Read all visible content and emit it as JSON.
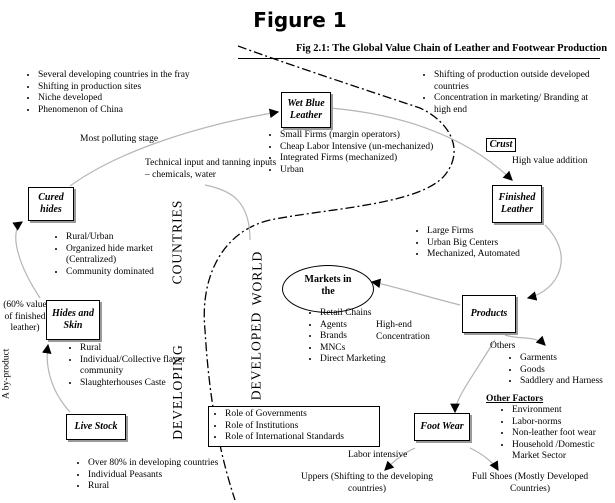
{
  "title": "Figure 1",
  "subtitle": "Fig 2.1: The Global Value Chain of Leather and Footwear Production",
  "nodes": {
    "wet_blue": "Wet Blue Leather",
    "cured": "Cured hides",
    "hides_skin": "Hides and Skin",
    "live_stock": "Live Stock",
    "crust": "Crust",
    "finished": "Finished Leather",
    "markets": "Markets in the",
    "products": "Products",
    "foot_wear": "Foot Wear"
  },
  "regions": {
    "countries": "COUNTRIES",
    "world": "WORLD",
    "developing": "DEVELOPING",
    "developed": "DEVELOPED"
  },
  "notes": {
    "top_left": [
      "Several developing countries in the fray",
      "Shifting in production sites",
      "Niche developed",
      "Phenomenon of China"
    ],
    "top_right": [
      "Shifting of production outside developed countries",
      "Concentration in marketing/ Branding at high end"
    ],
    "wet_blue_items": [
      "Small Firms (margin operators)",
      "Cheap Labor Intensive (un-mechanized)",
      "Integrated Firms (mechanized)",
      "Urban"
    ],
    "most_polluting": "Most polluting stage",
    "technical_input": "Technical input and tanning inputs – chemicals, water",
    "high_value": "High value addition",
    "cured_items": [
      "Rural/Urban",
      "Organized hide market (Centralized)",
      "Community dominated"
    ],
    "finished_items": [
      "Large Firms",
      "Urban Big Centers",
      "Mechanized, Automated"
    ],
    "value_share": "(60% value of finished leather)",
    "by_product": "A by-product",
    "hides_items": [
      "Rural",
      "Individual/Collective flayer community",
      "Slaughterhouses Caste"
    ],
    "markets_items": [
      "Retail Chains",
      "Agents",
      "Brands",
      "MNCs",
      "Direct Marketing"
    ],
    "high_end": "High-end Concentration",
    "others_label": "Others",
    "others_items": [
      "Garments",
      "Goods",
      "Saddlery and Harness"
    ],
    "other_factors_title": "Other Factors",
    "other_factors_items": [
      "Environment",
      "Labor-norms",
      "Non-leather foot wear",
      "Household /Domestic Market Sector"
    ],
    "roles": [
      "Role of Governments",
      "Role of Institutions",
      "Role of International Standards"
    ],
    "labor_intensive": "Labor intensive",
    "live_stock_items": [
      "Over 80% in developing countries",
      "Individual Peasants",
      "Rural"
    ],
    "uppers": "Uppers (Shifting to the developing countries)",
    "full_shoes": "Full Shoes (Mostly Developed Countries)"
  }
}
